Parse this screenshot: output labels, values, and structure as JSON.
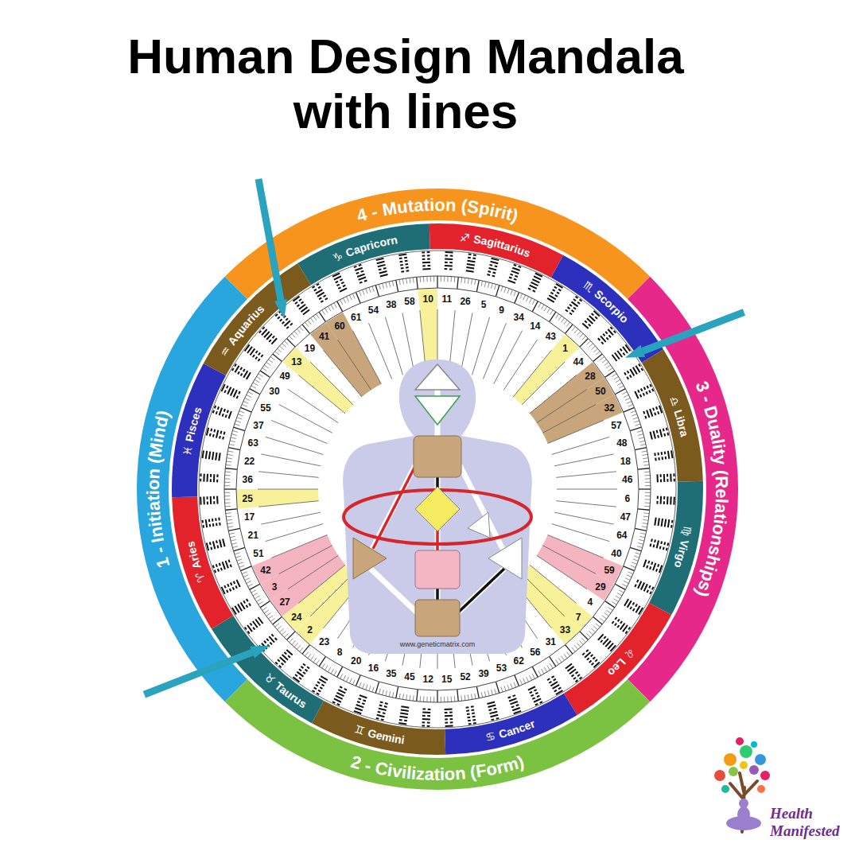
{
  "diagram": {
    "title": "Human Design Mandala with lines",
    "nodes": [
      {
        "text": [
          "4 - Mutation (Spirit)"
        ]
      },
      {
        "text": [
          "3 - Duality (Relationships)"
        ]
      },
      {
        "text": [
          "2 - Civilization (Form)"
        ]
      },
      {
        "text": [
          "1 - Initiation (Mind)"
        ]
      },
      {
        "text": [
          "♑",
          "Capricorn"
        ]
      },
      {
        "text": [
          "♐",
          "Sagittarius"
        ]
      },
      {
        "text": [
          "♏",
          "Scorpio"
        ]
      },
      {
        "text": [
          "♎",
          "Libra"
        ]
      },
      {
        "text": [
          "♍",
          "Virgo"
        ]
      },
      {
        "text": [
          "♌",
          "Leo"
        ]
      },
      {
        "text": [
          "♋",
          "Cancer"
        ]
      },
      {
        "text": [
          "♊",
          "Gemini"
        ]
      },
      {
        "text": [
          "♉",
          "Taurus"
        ]
      },
      {
        "text": [
          "♈",
          "Aries"
        ]
      },
      {
        "text": [
          "♓",
          "Pisces"
        ]
      },
      {
        "text": [
          "♒",
          "Aquarius"
        ]
      }
    ],
    "labels": [
      "10",
      "11",
      "26",
      "5",
      "9",
      "34",
      "14",
      "43",
      "1",
      "44",
      "28",
      "50",
      "32",
      "57",
      "48",
      "18",
      "46",
      "6",
      "47",
      "64",
      "40",
      "59",
      "29",
      "4",
      "7",
      "33",
      "31",
      "56",
      "62",
      "53",
      "39",
      "52",
      "15",
      "12",
      "45",
      "35",
      "16",
      "20",
      "8",
      "23",
      "2",
      "24",
      "27",
      "3",
      "42",
      "51",
      "21",
      "17",
      "25",
      "36",
      "22",
      "63",
      "37",
      "55",
      "30",
      "49",
      "13",
      "19",
      "41",
      "60",
      "61",
      "54",
      "38",
      "58",
      "www.geneticmatrix.com",
      "Health Manifested"
    ]
  }
}
